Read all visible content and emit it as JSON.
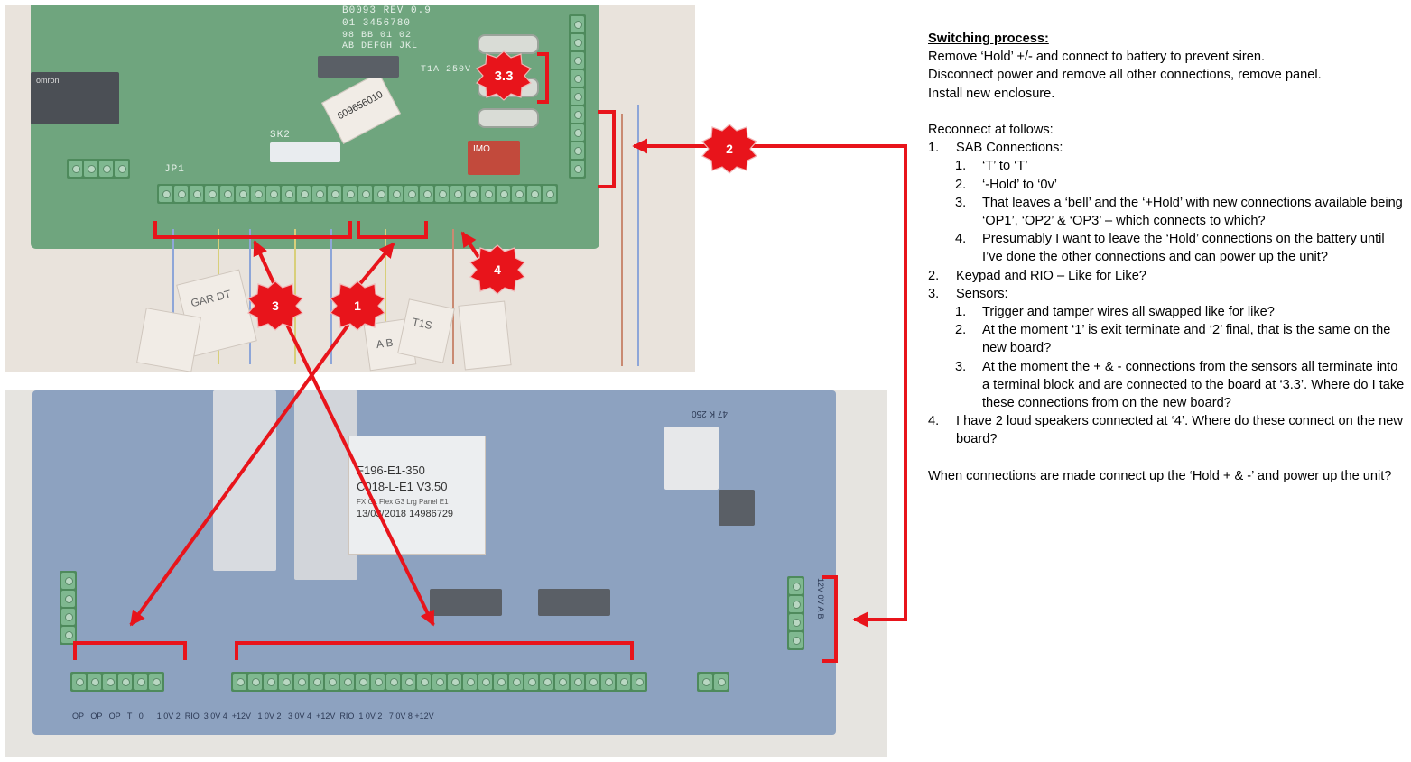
{
  "old_board": {
    "board_text": [
      "B0093 REV 0.9",
      "01 3456780",
      "98 BB  01 02",
      "AB DEFGH JKL",
      "T1A 250V",
      "609656010",
      "SK2",
      "JP1",
      "IMO",
      "omron"
    ],
    "wire_labels": [
      "GAR DT",
      "A B",
      "T1S"
    ]
  },
  "new_board": {
    "board_text": [
      "F196-E1-350",
      "C018-L-E1 V3.50",
      "FX GL Flex G3 Lrg Panel E1",
      "13/03/2018 14986729",
      "47 K 250"
    ],
    "bottom_terminal_text": "OP   OP   OP   T   0      1 0V 2  RIO  3 0V 4  +12V   1 0V 2   3 0V 4  +12V  RIO  1 0V 2   7 0V 8 +12V",
    "right_terminal_text": "12V  0V  A  B"
  },
  "callouts": [
    {
      "id": "3.3",
      "label": "3.3",
      "color": "#e8141b"
    },
    {
      "id": "2",
      "label": "2",
      "color": "#e8141b"
    },
    {
      "id": "4",
      "label": "4",
      "color": "#e8141b"
    },
    {
      "id": "3",
      "label": "3",
      "color": "#e8141b"
    },
    {
      "id": "1",
      "label": "1",
      "color": "#e8141b"
    }
  ],
  "annotation_color": "#e8141b",
  "notes": {
    "title": "Switching process:",
    "intro": [
      "Remove ‘Hold’ +/- and connect to battery to prevent siren.",
      "Disconnect power and remove all other connections, remove panel.",
      "Install new enclosure."
    ],
    "reconnect_heading": "Reconnect at follows:",
    "items": [
      {
        "num": "1.",
        "text": "SAB Connections:",
        "sub": [
          {
            "num": "1.",
            "text": "‘T’   to   ‘T’"
          },
          {
            "num": "2.",
            "text": "‘-Hold’   to   ‘0v’"
          },
          {
            "num": "3.",
            "text": "That leaves a ‘bell’ and the ‘+Hold’ with new connections available being ‘OP1’, ‘OP2’ & ‘OP3’ – which connects to which?"
          },
          {
            "num": "4.",
            "text": "Presumably I want to leave the ‘Hold’ connections on the battery until I’ve done the other connections and can power up the unit?"
          }
        ]
      },
      {
        "num": "2.",
        "text": "Keypad and RIO – Like for Like?",
        "sub": []
      },
      {
        "num": "3.",
        "text": "Sensors:",
        "sub": [
          {
            "num": "1.",
            "text": "Trigger and tamper wires all swapped like for like?"
          },
          {
            "num": "2.",
            "text": "At the moment ‘1’ is exit terminate and ‘2’ final, that is the same on the new board?"
          },
          {
            "num": "3.",
            "text": "At the moment the + & - connections from the sensors all terminate into a terminal block and are connected to the board at ‘3.3’.  Where do I take these connections from on the new board?"
          }
        ]
      },
      {
        "num": "4.",
        "text": "I have 2 loud speakers connected at ‘4’.  Where do these connect on the new board?",
        "sub": []
      }
    ],
    "closing": "When connections are made connect up the ‘Hold + & -’ and power up the unit?"
  }
}
